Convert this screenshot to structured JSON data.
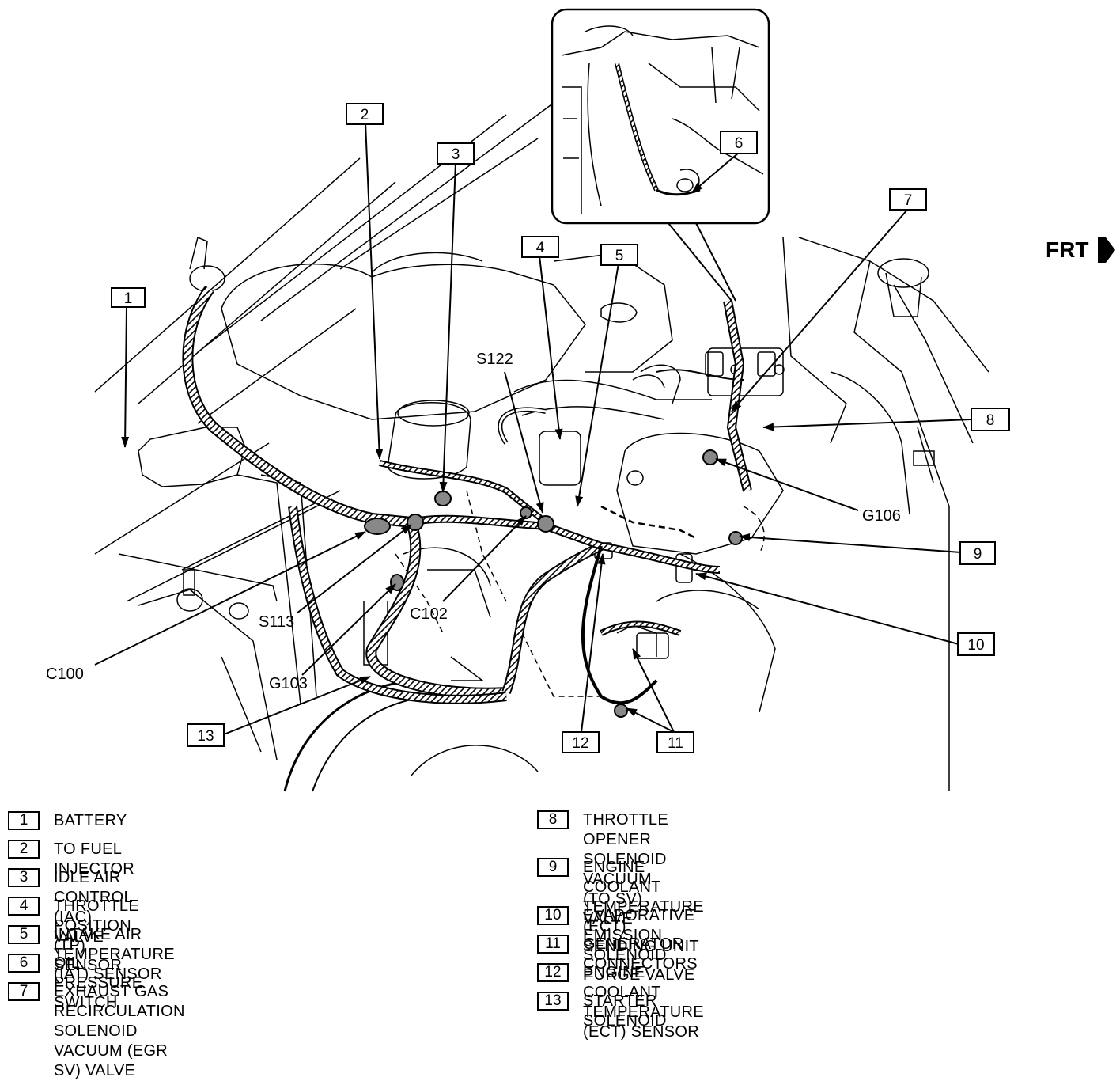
{
  "orientation_label": "FRT",
  "callouts": [
    "1",
    "2",
    "3",
    "4",
    "5",
    "6",
    "7",
    "8",
    "9",
    "10",
    "11",
    "12",
    "13"
  ],
  "connector_labels": {
    "s122": "S122",
    "g106": "G106",
    "c102": "C102",
    "s113": "S113",
    "c100": "C100",
    "g103": "G103"
  },
  "legend": [
    {
      "number": "1",
      "label": "BATTERY"
    },
    {
      "number": "2",
      "label": "TO FUEL INJECTOR"
    },
    {
      "number": "3",
      "label": "IDLE AIR CONTROL (IAC) VALVE"
    },
    {
      "number": "4",
      "label": "THROTTLE POSITION (TP) SENSOR"
    },
    {
      "number": "5",
      "label": "INTAKE AIR TEMPERATURE (IAT) SENSOR"
    },
    {
      "number": "6",
      "label": "OIL PRESSURE SWITCH"
    },
    {
      "number": "7",
      "label": "EXHAUST GAS RECIRCULATION SOLENOID\nVACUUM (EGR SV) VALVE"
    },
    {
      "number": "8",
      "label": "THROTTLE OPENER SOLENOID VACUUM (TO SV)\nVALVE"
    },
    {
      "number": "9",
      "label": "ENGINE COOLANT TEMPERATURE (ECT)\nSENDING UNIT"
    },
    {
      "number": "10",
      "label": "EVAPORATIVE EMISSION SOLENOID PURGE VALVE"
    },
    {
      "number": "11",
      "label": "GENERATOR CONNECTORS"
    },
    {
      "number": "12",
      "label": "ENGINE COOLANT TEMPERATURE (ECT) SENSOR"
    },
    {
      "number": "13",
      "label": "STARTER SOLENOID"
    }
  ]
}
